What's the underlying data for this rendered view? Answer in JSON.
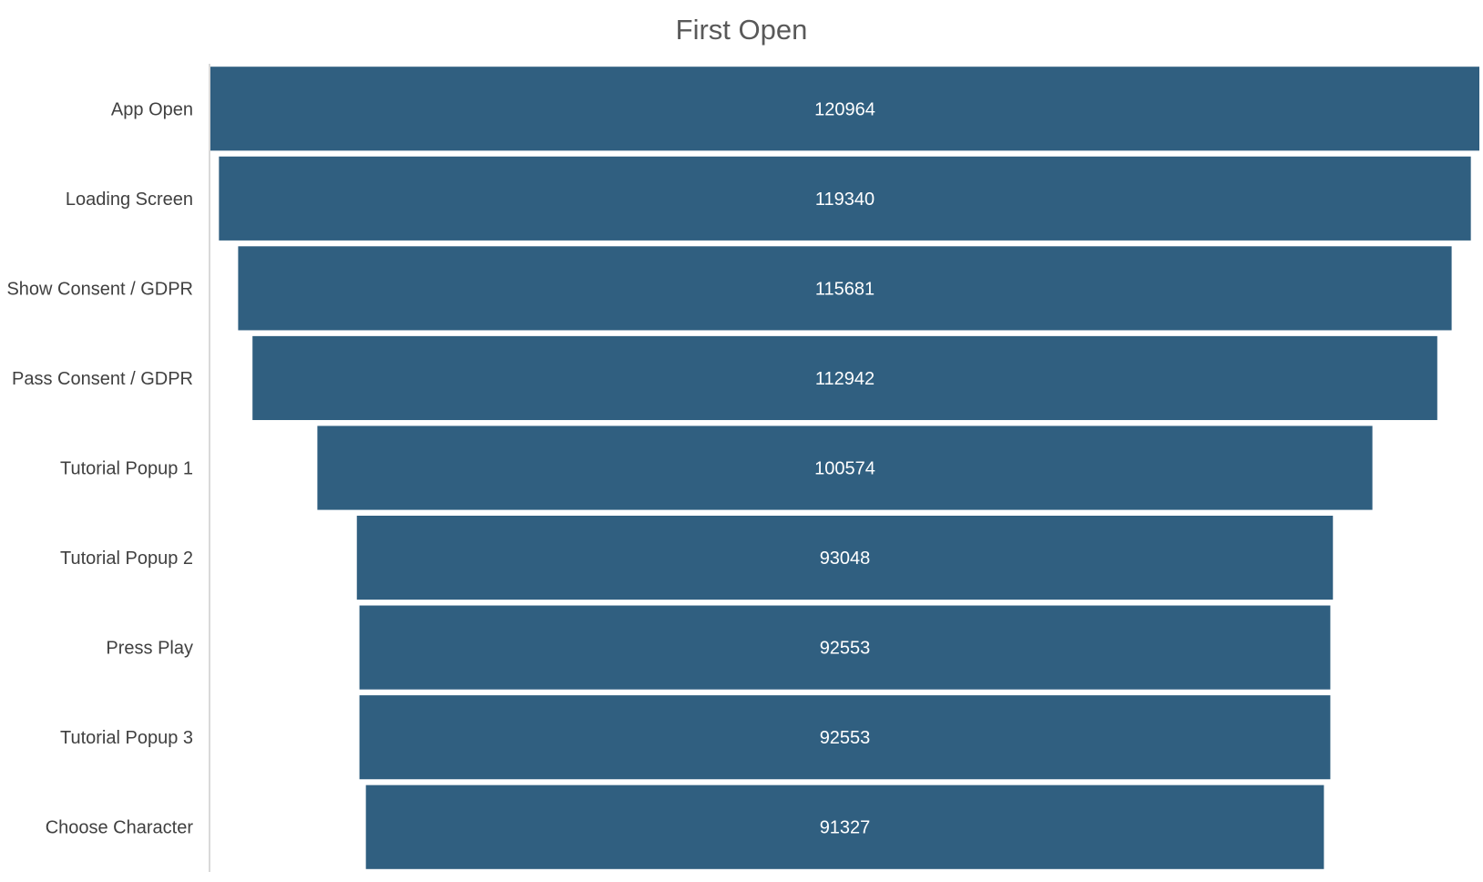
{
  "chart_data": {
    "type": "bar",
    "subtype": "funnel",
    "title": "First Open",
    "xlabel": "",
    "ylabel": "",
    "categories": [
      "App Open",
      "Loading Screen",
      "Show Consent / GDPR",
      "Pass Consent / GDPR",
      "Tutorial Popup 1",
      "Tutorial Popup 2",
      "Press Play",
      "Tutorial Popup 3",
      "Choose Character"
    ],
    "values": [
      120964,
      119340,
      115681,
      112942,
      100574,
      93048,
      92553,
      92553,
      91327
    ],
    "orientation": "horizontal",
    "grid": false,
    "legend": "none",
    "colors": {
      "bar": "#305f80",
      "axis": "#d9d9d9",
      "title": "#595959",
      "label": "#404040",
      "value_label": "#ffffff"
    }
  }
}
